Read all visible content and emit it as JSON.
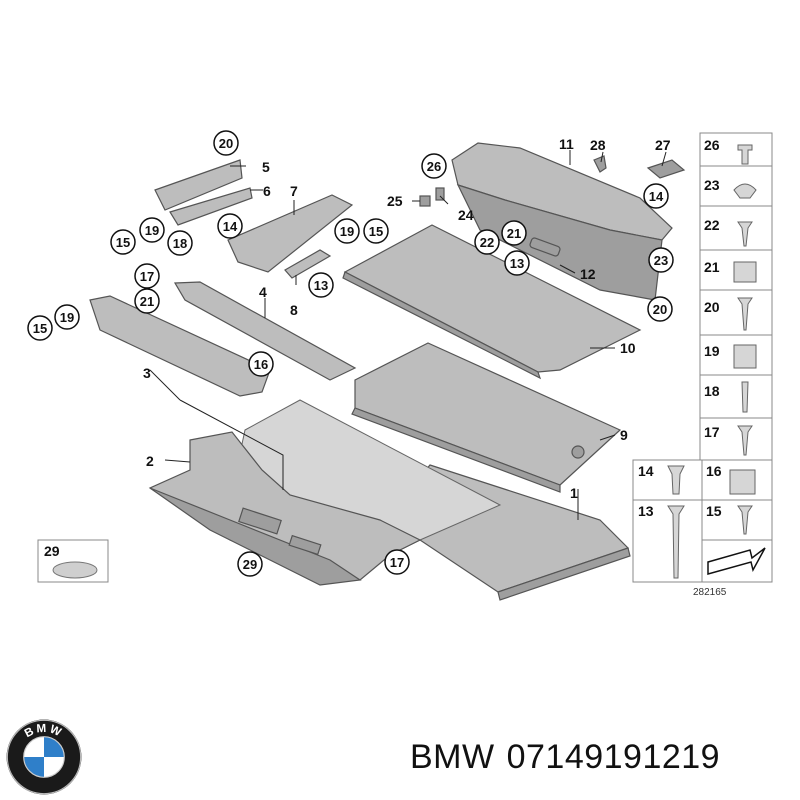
{
  "diagram": {
    "part_labels": {
      "p1": "1",
      "p2": "2",
      "p3": "3",
      "p4": "4",
      "p5": "5",
      "p6": "6",
      "p7": "7",
      "p8": "8",
      "p9": "9",
      "p10": "10",
      "p11": "11",
      "p12": "12",
      "p24": "24",
      "p25": "25",
      "p27": "27",
      "p28": "28"
    },
    "circled": {
      "c13a": "13",
      "c13b": "13",
      "c14a": "14",
      "c14b": "14",
      "c15a": "15",
      "c15b": "15",
      "c15c": "15",
      "c16": "16",
      "c17a": "17",
      "c17b": "17",
      "c18": "18",
      "c19a": "19",
      "c19b": "19",
      "c19c": "19",
      "c20a": "20",
      "c20b": "20",
      "c21a": "21",
      "c21b": "21",
      "c22": "22",
      "c23": "23",
      "c26": "26",
      "c29": "29"
    },
    "legend_29": "29",
    "fastener_legend": [
      "26",
      "23",
      "22",
      "21",
      "20",
      "19",
      "18",
      "17",
      "16",
      "15"
    ],
    "fastener_legend_bottom": [
      "14",
      "13"
    ],
    "drawing_number": "282165"
  },
  "brand": {
    "name": "BMW",
    "part_number": "07149191219",
    "logo_letters": "BMW"
  },
  "colors": {
    "part_fill": "#bdbdbd",
    "logo_blue": "#2f7fc9",
    "logo_ring": "#1a1a1a"
  }
}
